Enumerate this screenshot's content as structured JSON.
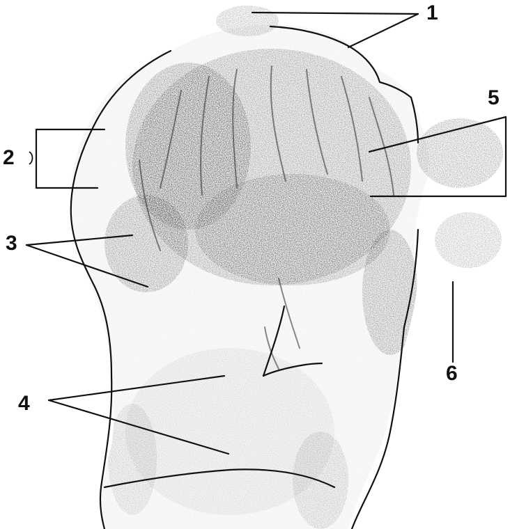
{
  "callouts": [
    {
      "id": "1",
      "label": "1"
    },
    {
      "id": "2",
      "label": "2"
    },
    {
      "id": "3",
      "label": "3"
    },
    {
      "id": "4",
      "label": "4"
    },
    {
      "id": "5",
      "label": "5"
    },
    {
      "id": "6",
      "label": "6"
    }
  ],
  "colors": {
    "ink": "#111111",
    "shading_dark": "#3a3a3a",
    "shading_mid": "#8a8a8a",
    "shading_light": "#c4c4c4",
    "background": "#ffffff"
  }
}
